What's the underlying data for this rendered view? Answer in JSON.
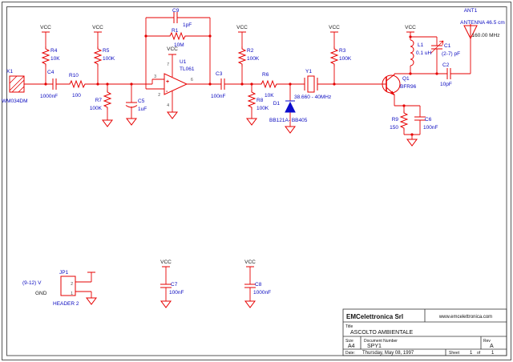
{
  "colors": {
    "wire": "#e60000",
    "label": "#0a0ac0",
    "diode": "#0b0bcc",
    "frame": "#555555"
  },
  "sheet": {
    "power_label": "VCC",
    "annotations": {
      "supply_range": "(9-12) V",
      "gnd": "GND",
      "antenna_freq": "160.00 MHz"
    },
    "components": {
      "x1": {
        "ref": "X1",
        "value": "WM034DM"
      },
      "c4": {
        "ref": "C4",
        "value": "1000nF"
      },
      "r10": {
        "ref": "R10",
        "value": "100"
      },
      "r4": {
        "ref": "R4",
        "value": "10K"
      },
      "r5": {
        "ref": "R5",
        "value": "100K"
      },
      "r7": {
        "ref": "R7",
        "value": "100K"
      },
      "c5": {
        "ref": "C5",
        "value": "1uF"
      },
      "c9": {
        "ref": "C9",
        "value": "1pF"
      },
      "r1": {
        "ref": "R1",
        "value": "10M"
      },
      "u1": {
        "ref": "U1",
        "value": "TL061",
        "plus": "+",
        "minus": "-",
        "p2": "2",
        "p3": "3",
        "p4": "4",
        "p6": "6",
        "p7": "7"
      },
      "c3": {
        "ref": "C3",
        "value": "100nF"
      },
      "r2": {
        "ref": "R2",
        "value": "100K"
      },
      "r8": {
        "ref": "R8",
        "value": "100K"
      },
      "r6": {
        "ref": "R6",
        "value": "10K"
      },
      "d1": {
        "ref": "D1",
        "value": "BB121A- BB405"
      },
      "y1": {
        "ref": "Y1",
        "value": "38.660 - 40MHz"
      },
      "r3": {
        "ref": "R3",
        "value": "100K"
      },
      "q1": {
        "ref": "Q1",
        "value": "BFR96"
      },
      "l1": {
        "ref": "L1",
        "value": "0.1 uH"
      },
      "c1": {
        "ref": "C1",
        "value": "(2-7) pF"
      },
      "c2": {
        "ref": "C2",
        "value": "10pF"
      },
      "r9": {
        "ref": "R9",
        "value": "150"
      },
      "c6": {
        "ref": "C6",
        "value": "100nF"
      },
      "ant1": {
        "ref": "ANT1",
        "value": "ANTENNA 46.5 cm"
      },
      "jp1": {
        "ref": "JP1",
        "value": "HEADER 2",
        "p1": "1",
        "p2": "2"
      },
      "c7": {
        "ref": "C7",
        "value": "100nF"
      },
      "c8": {
        "ref": "C8",
        "value": "1000nF"
      }
    },
    "title_block": {
      "company": "EMCelettronica Srl",
      "website": "www.emcelettronica.com",
      "title_label": "Title",
      "title": "ASCOLTO AMBIENTALE",
      "size_label": "Size",
      "size": "A4",
      "doc_label": "Document Number",
      "doc_number": "SPY1",
      "rev_label": "Rev",
      "rev": "A",
      "date_label": "Date:",
      "date": "Thursday, May 08, 1997",
      "sheet_label": "Sheet",
      "sheet_number": "1",
      "of_label": "of",
      "sheet_total": "1"
    }
  }
}
